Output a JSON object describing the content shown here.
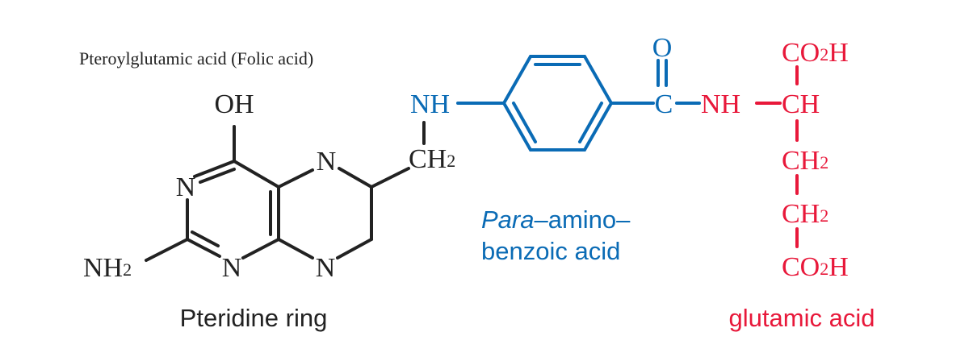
{
  "title": "Pteroylglutamic acid (Folic acid)",
  "colors": {
    "black": "#222222",
    "blue": "#0a6bb5",
    "red": "#e8183a"
  },
  "pteridine": {
    "oh": "OH",
    "n_left": "N",
    "n_mid_top": "N",
    "n_bottom_mid": "N",
    "n_bottom_right": "N",
    "nh2_main": "NH",
    "nh2_sub": "2",
    "ch2_main": "CH",
    "ch2_sub": "2",
    "label": "Pteridine ring"
  },
  "paba": {
    "nh": "NH",
    "o": "O",
    "c": "C",
    "label_italic": "Para",
    "label_rest": "–amino–",
    "label_line2": "benzoic acid"
  },
  "glutamate": {
    "nh": "NH",
    "ch": "CH",
    "co2h_top_a": "CO",
    "co2h_top_sub": "2",
    "co2h_top_b": "H",
    "ch2a_main": "CH",
    "ch2a_sub": "2",
    "ch2b_main": "CH",
    "ch2b_sub": "2",
    "co2h_bot_a": "CO",
    "co2h_bot_sub": "2",
    "co2h_bot_b": "H",
    "label": "glutamic acid"
  }
}
